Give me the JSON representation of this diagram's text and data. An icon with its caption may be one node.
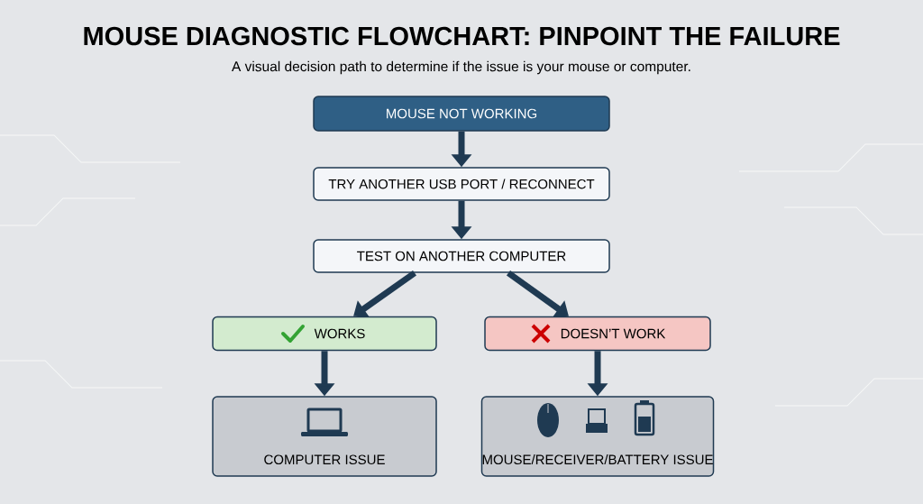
{
  "diagram": {
    "title": "MOUSE DIAGNOSTIC FLOWCHART: PINPOINT THE FAILURE",
    "nodes": [
      {
        "text": [
          "MOUSE NOT WORKING"
        ]
      },
      {
        "text": [
          "TRY ANOTHER USB PORT / RECONNECT"
        ]
      },
      {
        "text": [
          "TEST ON ANOTHER COMPUTER"
        ]
      },
      {
        "text": [
          "WORKS"
        ]
      },
      {
        "text": [
          "DOESN’T WORK"
        ]
      },
      {
        "text": [
          "COMPUTER ISSUE"
        ]
      },
      {
        "text": [
          "MOUSE/RECEIVER/BATTERY ISSUE"
        ]
      }
    ],
    "edges": [
      {
        "from": 0,
        "to": 1,
        "arrow": "to"
      },
      {
        "from": 1,
        "to": 2,
        "arrow": "to"
      },
      {
        "from": 2,
        "to": 3,
        "arrow": "to"
      },
      {
        "from": 2,
        "to": 4,
        "arrow": "to"
      },
      {
        "from": 3,
        "to": 5,
        "arrow": "to"
      },
      {
        "from": 4,
        "to": 6,
        "arrow": "to"
      }
    ],
    "labels": [
      "A visual decision path to determine if the issue is your mouse or computer."
    ]
  }
}
